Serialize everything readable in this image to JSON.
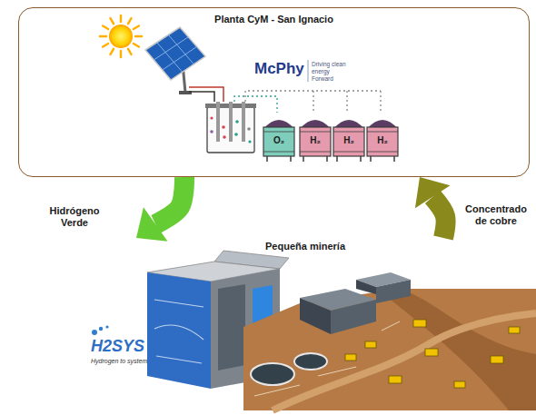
{
  "diagram": {
    "nodes": [
      {
        "text": [
          "Planta CyM - San Ignacio"
        ]
      },
      {
        "text": [
          "O₂"
        ],
        "in": 0
      },
      {
        "text": [
          "H₂"
        ],
        "in": 0
      },
      {
        "text": [
          "H₂"
        ],
        "in": 0
      },
      {
        "text": [
          "H₂"
        ],
        "in": 0
      },
      {
        "text": [
          "Pequeña minería"
        ]
      }
    ],
    "edges": [
      {
        "from": 0,
        "to": 5,
        "label": "Hidrógeno Verde",
        "arrow": "to"
      },
      {
        "from": 5,
        "to": 0,
        "label": "Concentrado de cobre",
        "arrow": "to"
      }
    ],
    "labels": [
      "McPhy",
      "Driving clean energy Forward",
      "H2SYS",
      "Hydrogen to system"
    ]
  }
}
